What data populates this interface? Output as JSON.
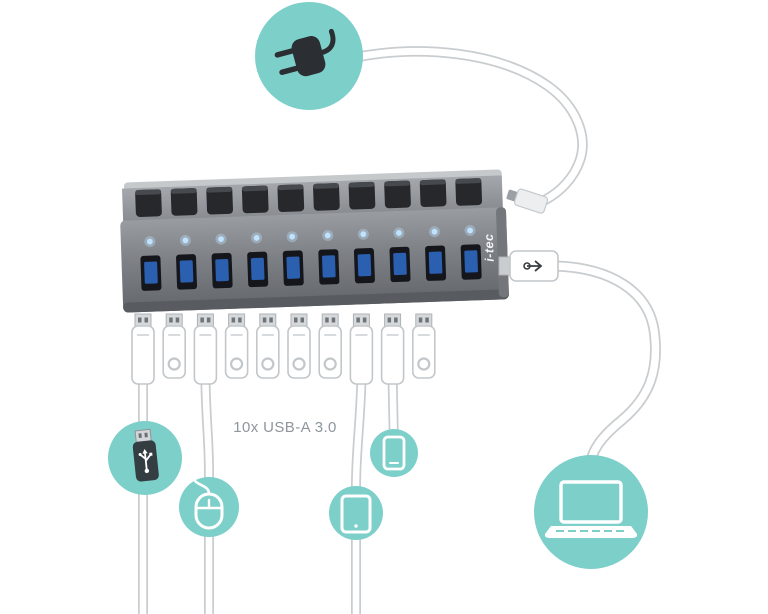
{
  "illustration": {
    "caption": "10x USB-A 3.0",
    "brand": "i-tec",
    "port_count": 10
  },
  "colors": {
    "accent_teal": "#7DCFCA",
    "led_blue": "#BFE3FF",
    "usb_tongue_blue": "#2B5FB0",
    "caption_gray": "#8D969C",
    "cable_outline": "#C9CDD0",
    "icon_dark": "#2B2F33",
    "hub_front_gray": "#7D8186",
    "white": "#FFFFFF"
  },
  "icons": {
    "power_plug": "power-plug-icon",
    "flash_drive": "flash-drive-icon",
    "mouse": "mouse-icon",
    "tablet": "tablet-icon",
    "smartphone": "smartphone-icon",
    "laptop": "laptop-icon",
    "superspeed_usb": "superspeed-usb-logo"
  }
}
